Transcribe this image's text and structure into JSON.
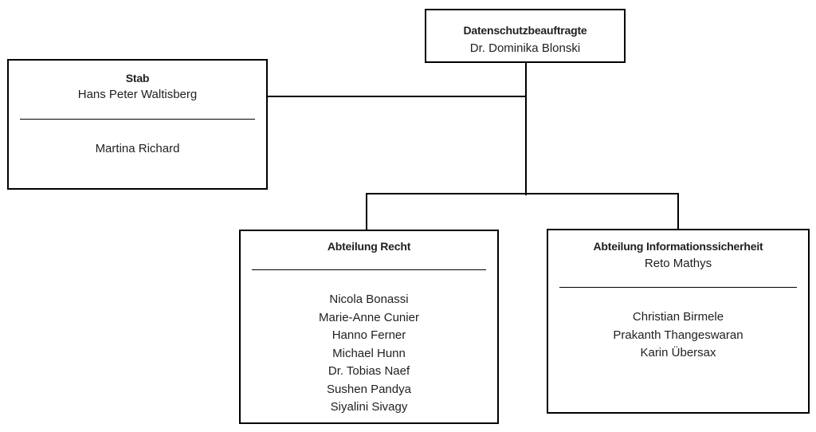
{
  "org_chart": {
    "head": {
      "title": "Datenschutzbeauftragte",
      "name": "Dr. Dominika Blonski"
    },
    "stab": {
      "title": "Stab",
      "lead": "Hans Peter Waltisberg",
      "members": [
        "Martina Richard"
      ]
    },
    "recht": {
      "title": "Abteilung Recht",
      "members": [
        "Nicola Bonassi",
        "Marie-Anne Cunier",
        "Hanno Ferner",
        "Michael Hunn",
        "Dr. Tobias Naef",
        "Sushen Pandya",
        "Siyalini Sivagy"
      ]
    },
    "info": {
      "title": "Abteilung Informationssicherheit",
      "lead": "Reto Mathys",
      "members": [
        "Christian Birmele",
        "Prakanth Thangeswaran",
        "Karin Übersax"
      ]
    }
  }
}
